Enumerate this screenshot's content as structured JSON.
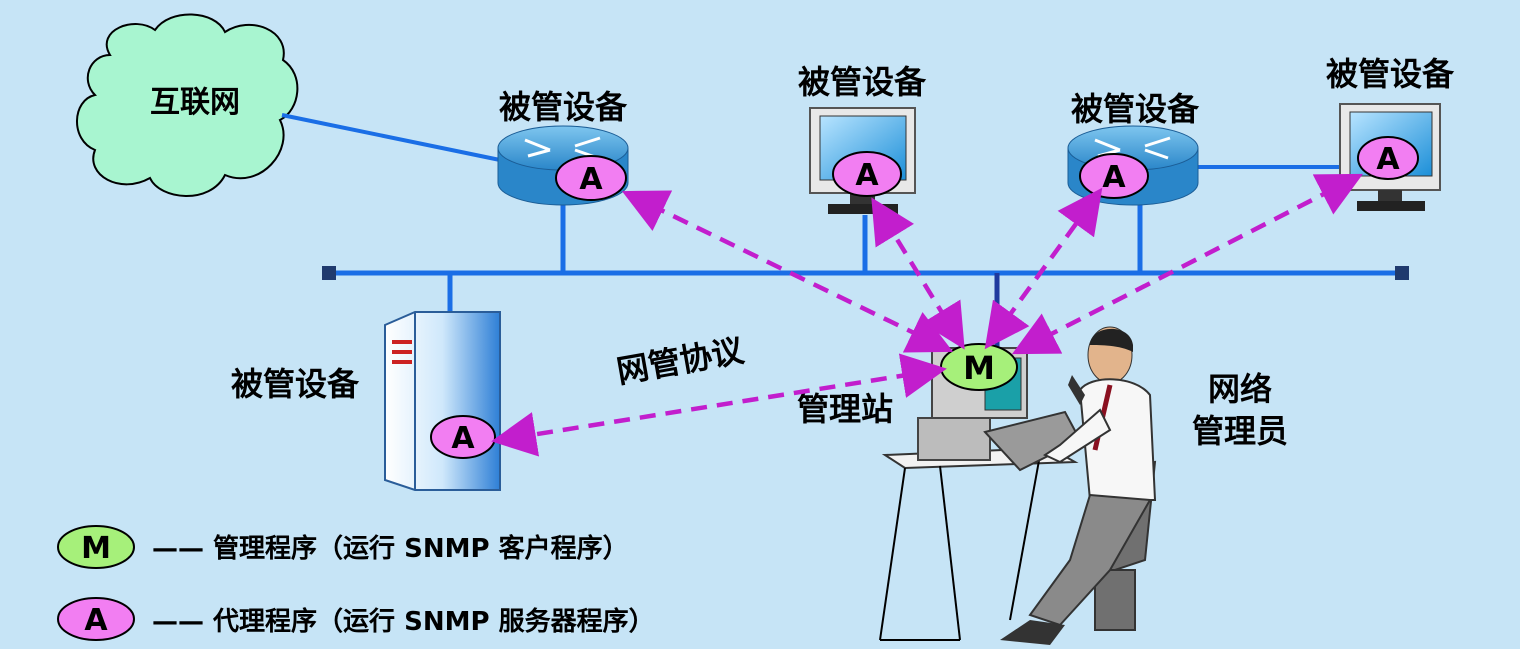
{
  "internet": {
    "label": "互联网"
  },
  "devices": {
    "router1": {
      "label": "被管设备",
      "agent": "A"
    },
    "monitor1": {
      "label": "被管设备",
      "agent": "A"
    },
    "router2": {
      "label": "被管设备",
      "agent": "A"
    },
    "monitor2": {
      "label": "被管设备",
      "agent": "A"
    },
    "server": {
      "label": "被管设备",
      "agent": "A"
    }
  },
  "protocol_label": "网管协议",
  "station": {
    "label": "管理站",
    "manager": "M"
  },
  "admin": {
    "line1": "网络",
    "line2": "管理员"
  },
  "legend": [
    {
      "badge": "M",
      "text": "—— 管理程序（运行 SNMP 客户程序）",
      "color": "#a6f07a"
    },
    {
      "badge": "A",
      "text": "—— 代理程序（运行 SNMP 服务器程序）",
      "color": "#f27ef2"
    }
  ],
  "colors": {
    "background": "#c6e4f6",
    "network": "#1a6ee6",
    "arrow": "#c21ecd",
    "manager_fill": "#a6f07a",
    "agent_fill": "#f27ef2",
    "cloud_fill": "#a8f5d0"
  }
}
